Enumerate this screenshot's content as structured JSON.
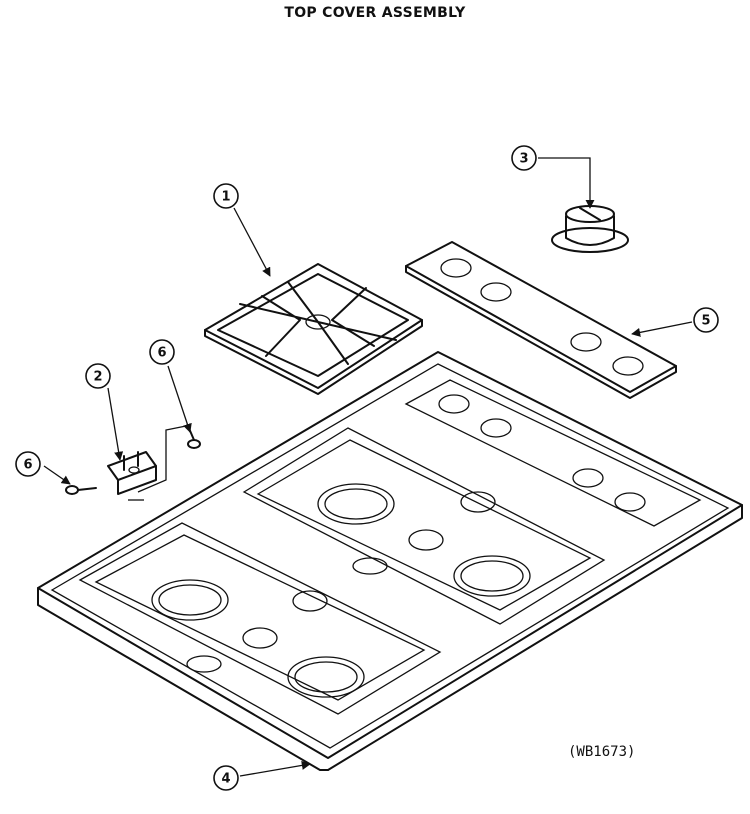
{
  "title": "TOP COVER ASSEMBLY",
  "reference_code": "(WB1673)",
  "callouts": [
    {
      "number": "1",
      "part": "grate"
    },
    {
      "number": "2",
      "part": "bracket"
    },
    {
      "number": "3",
      "part": "knob"
    },
    {
      "number": "4",
      "part": "top-cover"
    },
    {
      "number": "5",
      "part": "panel"
    },
    {
      "number": "6",
      "part": "screw"
    },
    {
      "number": "6",
      "part": "screw"
    }
  ]
}
